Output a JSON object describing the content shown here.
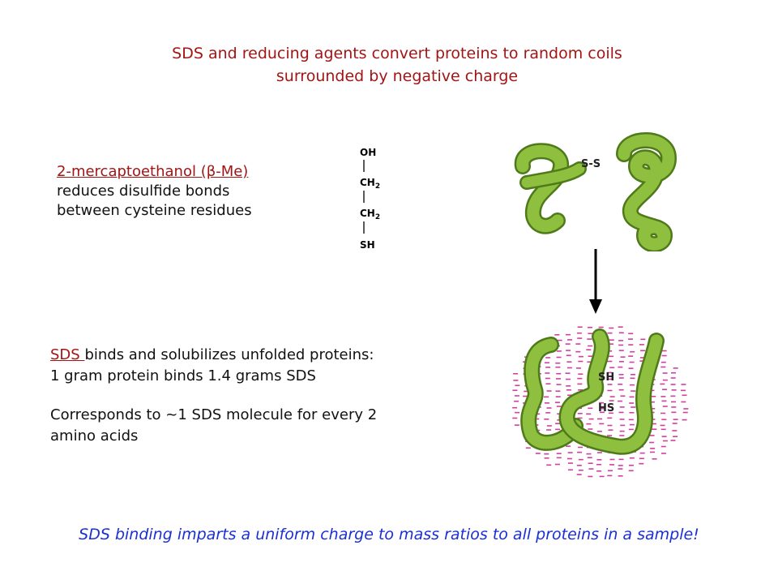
{
  "title": {
    "line1": "SDS and reducing agents convert proteins to random coils",
    "line2": "surrounded by negative charge"
  },
  "bme": {
    "name": "2-mercaptoethanol (β-Me)",
    "line2": "reduces disulfide bonds",
    "line3": "between cysteine residues"
  },
  "structure": {
    "atoms": [
      "OH",
      "CH2",
      "CH2",
      "SH"
    ]
  },
  "protein_top": {
    "bond_label": "S-S"
  },
  "protein_bottom": {
    "label_sh": "SH",
    "label_hs": "HS"
  },
  "sds": {
    "keyword": "SDS ",
    "line1_rest": "binds and solubilizes unfolded proteins:",
    "line2": "1 gram  protein binds 1.4 grams SDS",
    "line3": "Corresponds to ~1 SDS molecule for every 2",
    "line4": "amino acids"
  },
  "footer": "SDS binding imparts a uniform charge to mass ratios to all proteins in a sample!",
  "colors": {
    "title": "#a31515",
    "footer": "#1a2fd4",
    "protein": "#7aa834",
    "sds_dash": "#d13fa0"
  }
}
